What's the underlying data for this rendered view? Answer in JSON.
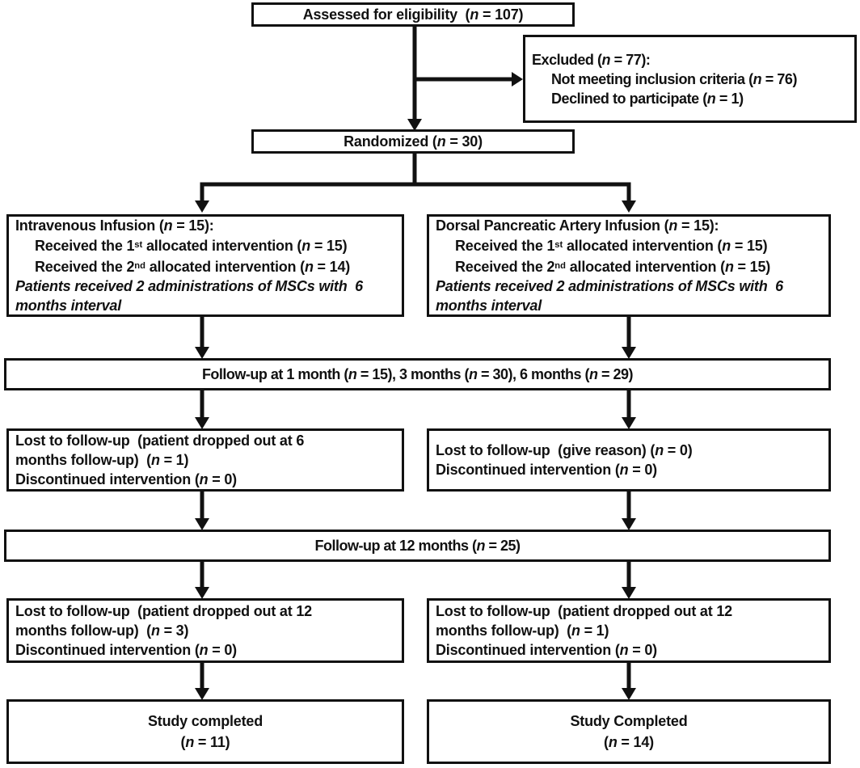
{
  "colors": {
    "line": "#111111",
    "background": "#ffffff",
    "text": "#111111"
  },
  "boxes": {
    "assessed": {
      "lines": [
        {
          "seg": [
            {
              "t": "Assessed for eligibility  ("
            },
            {
              "t": "n",
              "i": true
            },
            {
              "t": " = 107)"
            }
          ]
        }
      ]
    },
    "excluded": {
      "lines": [
        {
          "seg": [
            {
              "t": "Excluded ("
            },
            {
              "t": "n",
              "i": true
            },
            {
              "t": " = 77):"
            }
          ]
        },
        {
          "indent": true,
          "seg": [
            {
              "t": "Not meeting inclusion criteria ("
            },
            {
              "t": "n",
              "i": true
            },
            {
              "t": " = 76)"
            }
          ]
        },
        {
          "indent": true,
          "seg": [
            {
              "t": "Declined to participate ("
            },
            {
              "t": "n",
              "i": true
            },
            {
              "t": " = 1)"
            }
          ]
        }
      ]
    },
    "randomized": {
      "lines": [
        {
          "seg": [
            {
              "t": "Randomized ("
            },
            {
              "t": "n",
              "i": true
            },
            {
              "t": " = 30)"
            }
          ]
        }
      ]
    },
    "arm_left": {
      "lines": [
        {
          "seg": [
            {
              "t": "Intravenous Infusion ("
            },
            {
              "t": "n",
              "i": true
            },
            {
              "t": " = 15):"
            }
          ]
        },
        {
          "indent": true,
          "seg": [
            {
              "t": "Received the 1"
            },
            {
              "t": "st",
              "sup": true
            },
            {
              "t": " allocated intervention ("
            },
            {
              "t": "n",
              "i": true
            },
            {
              "t": " = 15)"
            }
          ]
        },
        {
          "indent": true,
          "seg": [
            {
              "t": "Received the 2"
            },
            {
              "t": "nd",
              "sup": true
            },
            {
              "t": " allocated intervention ("
            },
            {
              "t": "n",
              "i": true
            },
            {
              "t": " = 14)"
            }
          ]
        },
        {
          "seg": [
            {
              "t": "Patients received 2 administrations of MSCs with  6",
              "i": true
            }
          ]
        },
        {
          "seg": [
            {
              "t": "months interval",
              "i": true
            }
          ]
        }
      ]
    },
    "arm_right": {
      "lines": [
        {
          "seg": [
            {
              "t": "Dorsal Pancreatic Artery Infusion ("
            },
            {
              "t": "n",
              "i": true
            },
            {
              "t": " = 15):"
            }
          ]
        },
        {
          "indent": true,
          "seg": [
            {
              "t": "Received the 1"
            },
            {
              "t": "st",
              "sup": true
            },
            {
              "t": " allocated intervention ("
            },
            {
              "t": "n",
              "i": true
            },
            {
              "t": " = 15)"
            }
          ]
        },
        {
          "indent": true,
          "seg": [
            {
              "t": "Received the 2"
            },
            {
              "t": "nd",
              "sup": true
            },
            {
              "t": " allocated intervention ("
            },
            {
              "t": "n",
              "i": true
            },
            {
              "t": " = 15)"
            }
          ]
        },
        {
          "seg": [
            {
              "t": "Patients received 2 administrations of MSCs with  6",
              "i": true
            }
          ]
        },
        {
          "seg": [
            {
              "t": "months interval",
              "i": true
            }
          ]
        }
      ]
    },
    "followup_1_3_6": {
      "lines": [
        {
          "seg": [
            {
              "t": "Follow-up at 1 month ("
            },
            {
              "t": "n",
              "i": true
            },
            {
              "t": " = 15), 3 months ("
            },
            {
              "t": "n",
              "i": true
            },
            {
              "t": " = 30), 6 months ("
            },
            {
              "t": "n",
              "i": true
            },
            {
              "t": " = 29)"
            }
          ]
        }
      ]
    },
    "lost_6mo_left": {
      "lines": [
        {
          "seg": [
            {
              "t": "Lost to follow-up  (patient dropped out at 6"
            }
          ]
        },
        {
          "seg": [
            {
              "t": "months follow-up)  ("
            },
            {
              "t": "n",
              "i": true
            },
            {
              "t": " = 1)"
            }
          ]
        },
        {
          "seg": [
            {
              "t": "Discontinued intervention ("
            },
            {
              "t": "n",
              "i": true
            },
            {
              "t": " = 0)"
            }
          ]
        }
      ]
    },
    "lost_6mo_right": {
      "lines": [
        {
          "seg": [
            {
              "t": "Lost to follow-up  (give reason) ("
            },
            {
              "t": "n",
              "i": true
            },
            {
              "t": " = 0)"
            }
          ]
        },
        {
          "seg": [
            {
              "t": "Discontinued intervention ("
            },
            {
              "t": "n",
              "i": true
            },
            {
              "t": " = 0)"
            }
          ]
        }
      ]
    },
    "followup_12": {
      "lines": [
        {
          "seg": [
            {
              "t": "Follow-up at 12 months ("
            },
            {
              "t": "n",
              "i": true
            },
            {
              "t": " = 25)"
            }
          ]
        }
      ]
    },
    "lost_12mo_left": {
      "lines": [
        {
          "seg": [
            {
              "t": "Lost to follow-up  (patient dropped out at 12"
            }
          ]
        },
        {
          "seg": [
            {
              "t": "months follow-up)  ("
            },
            {
              "t": "n",
              "i": true
            },
            {
              "t": " = 3)"
            }
          ]
        },
        {
          "seg": [
            {
              "t": "Discontinued intervention ("
            },
            {
              "t": "n",
              "i": true
            },
            {
              "t": " = 0)"
            }
          ]
        }
      ]
    },
    "lost_12mo_right": {
      "lines": [
        {
          "seg": [
            {
              "t": "Lost to follow-up  (patient dropped out at 12"
            }
          ]
        },
        {
          "seg": [
            {
              "t": "months follow-up)  ("
            },
            {
              "t": "n",
              "i": true
            },
            {
              "t": " = 1)"
            }
          ]
        },
        {
          "seg": [
            {
              "t": "Discontinued intervention ("
            },
            {
              "t": "n",
              "i": true
            },
            {
              "t": " = 0)"
            }
          ]
        }
      ]
    },
    "study_left": {
      "lines": [
        {
          "seg": [
            {
              "t": "Study completed"
            }
          ]
        },
        {
          "seg": [
            {
              "t": "("
            },
            {
              "t": "n",
              "i": true
            },
            {
              "t": " = 11)"
            }
          ]
        }
      ]
    },
    "study_right": {
      "lines": [
        {
          "seg": [
            {
              "t": "Study Completed"
            }
          ]
        },
        {
          "seg": [
            {
              "t": "("
            },
            {
              "t": "n",
              "i": true
            },
            {
              "t": " = 14)"
            }
          ]
        }
      ]
    }
  }
}
